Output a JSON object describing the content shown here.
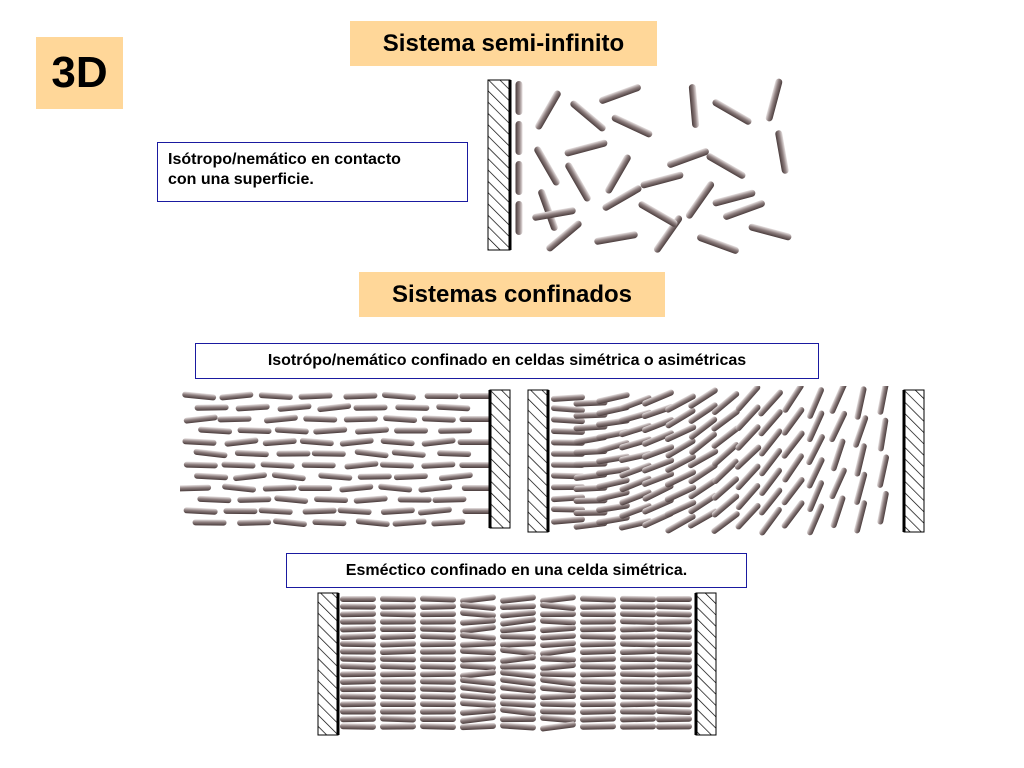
{
  "badge": "3D",
  "section_semi_infinite": {
    "title": "Sistema semi-infinito",
    "caption_line1": "Isótropo/nemático en contacto",
    "caption_line2": "con una superficie."
  },
  "section_confined": {
    "title": "Sistemas confinados",
    "caption_nematic": "Isotrópo/nemático confinado en celdas simétrica o asimétricas",
    "caption_smectic": "Esméctico confinado en una celda simétrica."
  },
  "colors": {
    "label_fill": "#ffd799",
    "caption_border": "#1a1aa0",
    "molecule_dark": "#4a3c3c",
    "molecule_mid": "#8f8080",
    "molecule_light": "#e8e2e2",
    "wall_hatch": "#000000"
  }
}
